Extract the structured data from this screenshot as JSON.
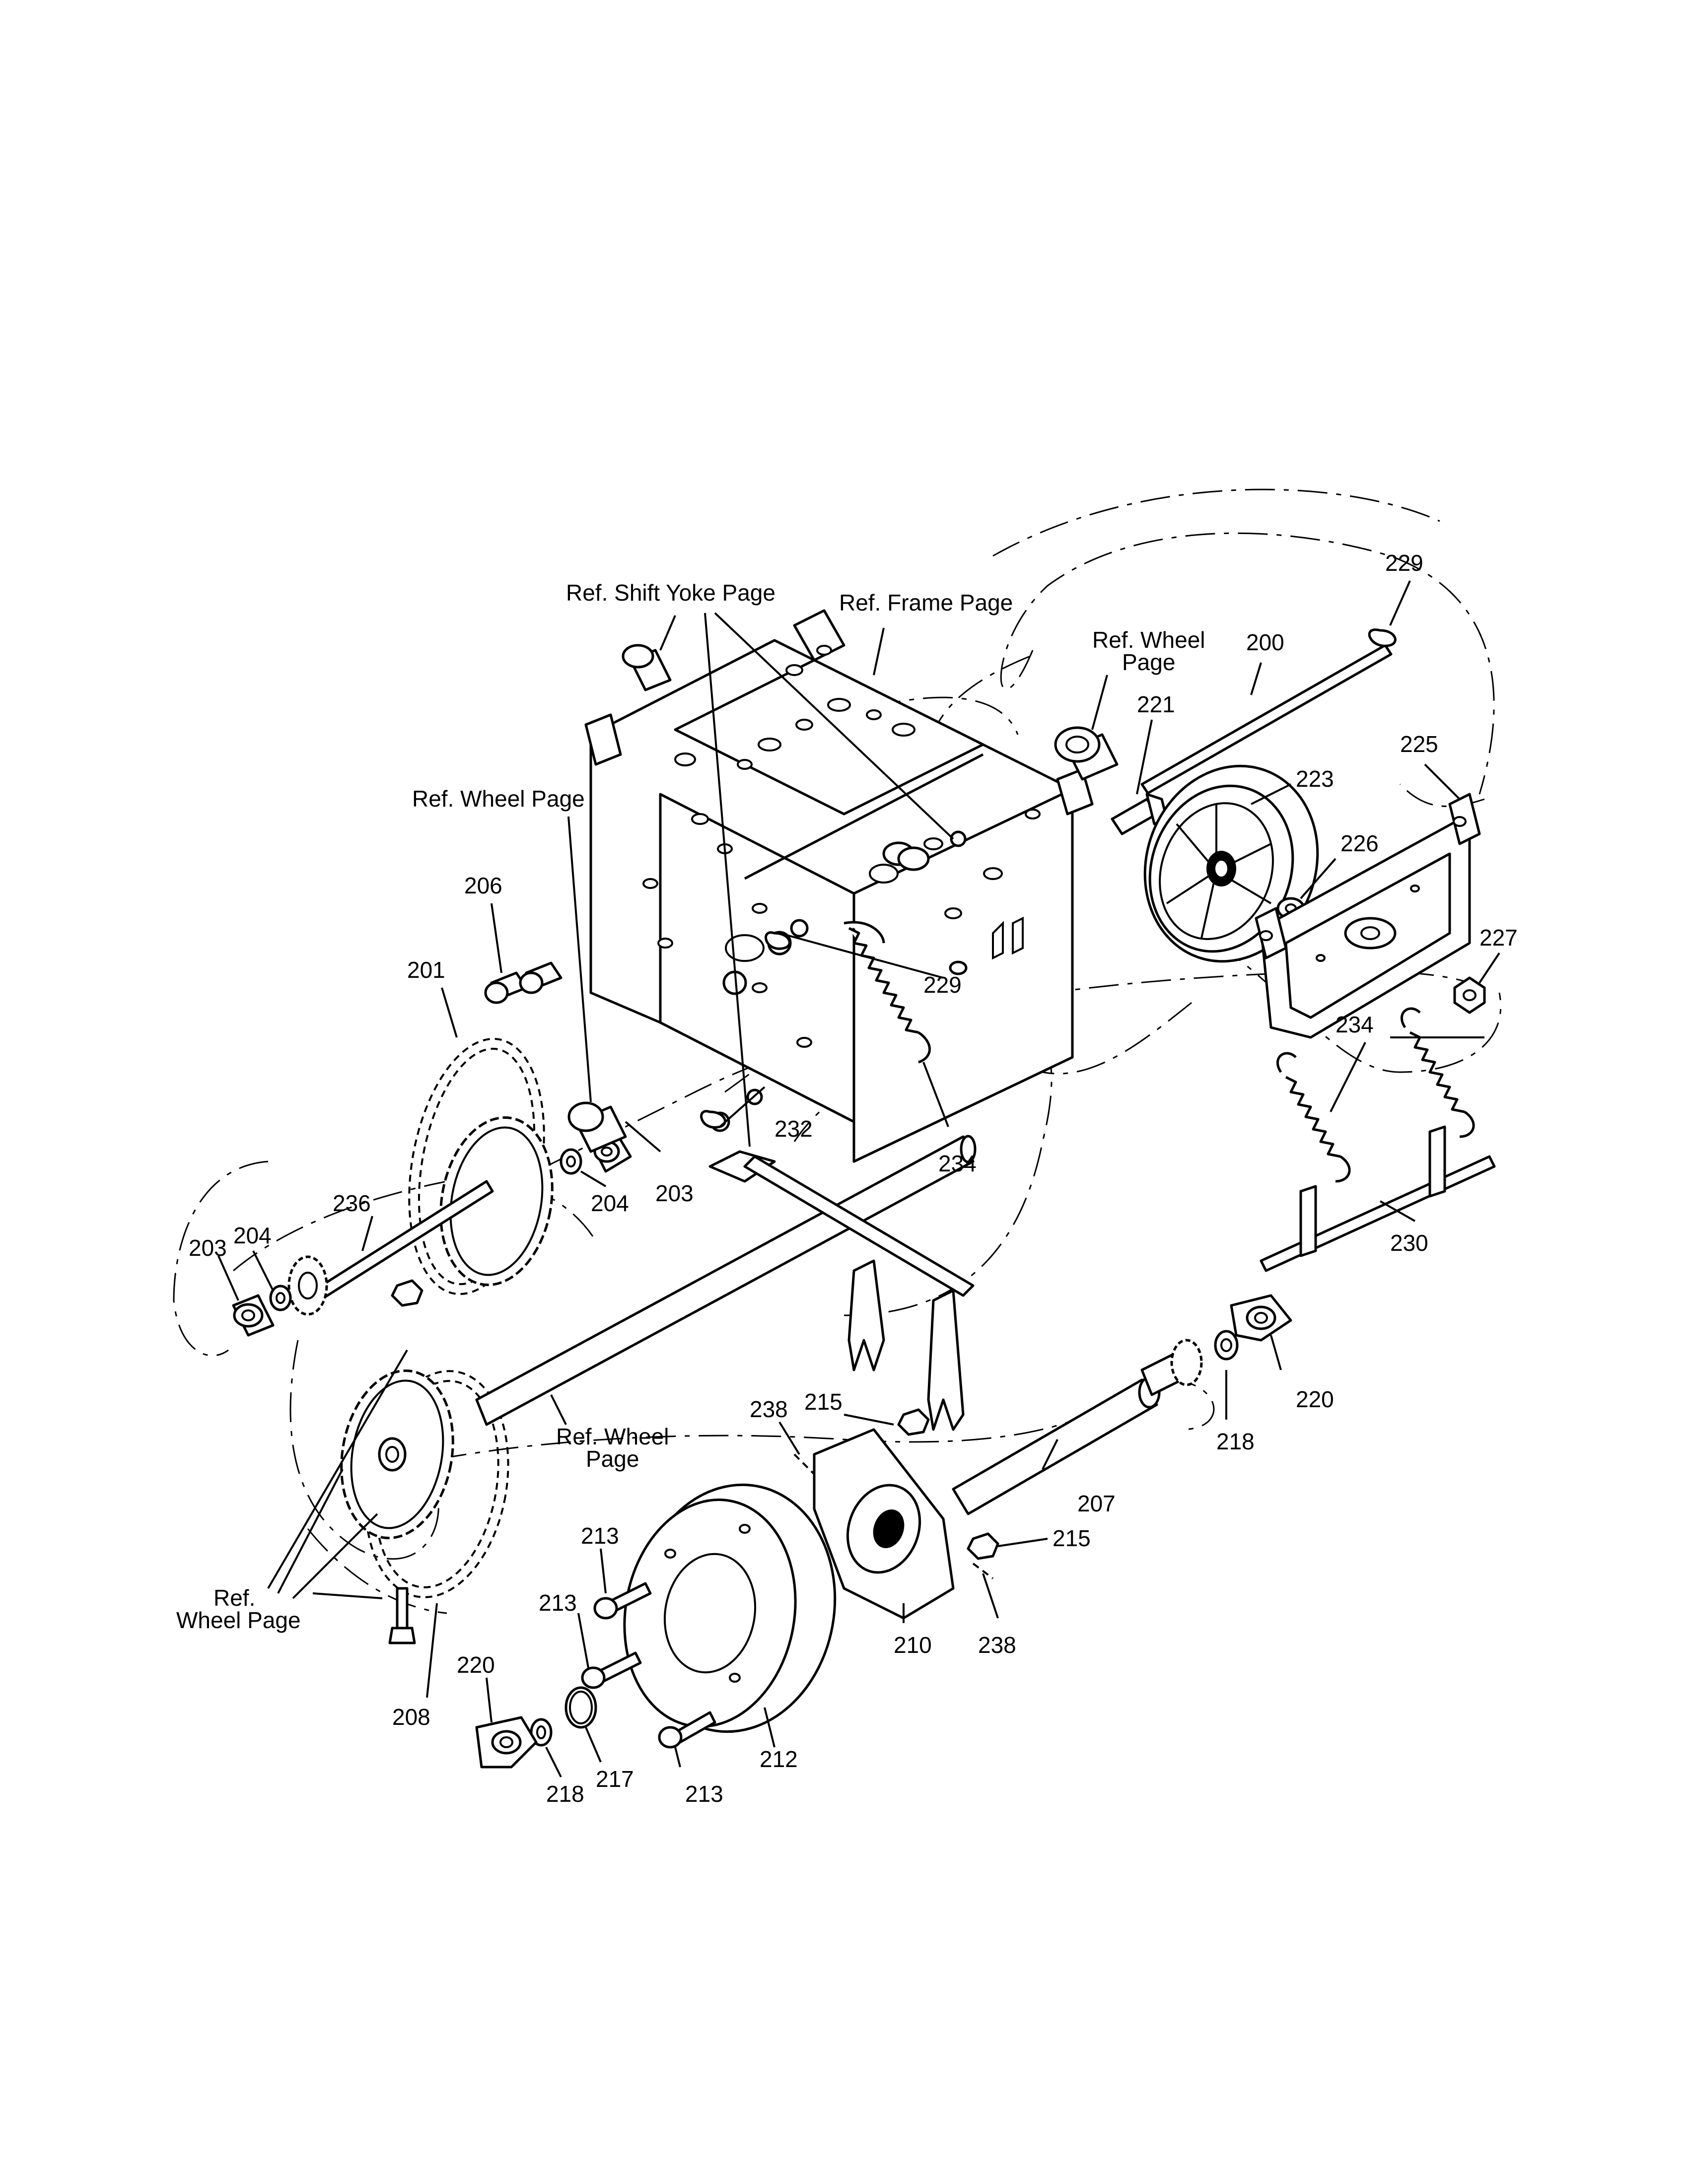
{
  "references": {
    "shift_yoke": "Ref. Shift Yoke Page",
    "frame": "Ref. Frame Page",
    "wheel_right_1": "Ref. Wheel",
    "wheel_right_2": "Page",
    "wheel_left": "Ref. Wheel Page",
    "wheel_center_1": "Ref. Wheel",
    "wheel_center_2": "Page",
    "wheel_bottom_1": "Ref.",
    "wheel_bottom_2": "Wheel Page"
  },
  "callouts": {
    "c200": "200",
    "c201": "201",
    "c203a": "203",
    "c203b": "203",
    "c204a": "204",
    "c204b": "204",
    "c206": "206",
    "c207": "207",
    "c208": "208",
    "c210": "210",
    "c212": "212",
    "c213a": "213",
    "c213b": "213",
    "c213c": "213",
    "c215a": "215",
    "c215b": "215",
    "c217": "217",
    "c218a": "218",
    "c218b": "218",
    "c220a": "220",
    "c220b": "220",
    "c221": "221",
    "c223": "223",
    "c225": "225",
    "c226": "226",
    "c227": "227",
    "c229a": "229",
    "c229b": "229",
    "c230": "230",
    "c232": "232",
    "c234a": "234",
    "c234b": "234",
    "c236": "236",
    "c238a": "238",
    "c238b": "238"
  }
}
